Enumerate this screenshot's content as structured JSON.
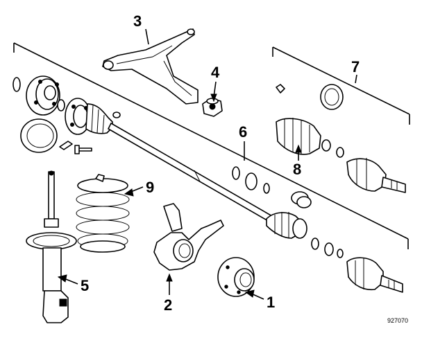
{
  "callouts": [
    {
      "id": "1",
      "label": "1"
    },
    {
      "id": "2",
      "label": "2"
    },
    {
      "id": "3",
      "label": "3"
    },
    {
      "id": "4",
      "label": "4"
    },
    {
      "id": "5",
      "label": "5"
    },
    {
      "id": "6",
      "label": "6"
    },
    {
      "id": "7",
      "label": "7"
    },
    {
      "id": "8",
      "label": "8"
    },
    {
      "id": "9",
      "label": "9"
    }
  ],
  "catalog_number": "927070"
}
